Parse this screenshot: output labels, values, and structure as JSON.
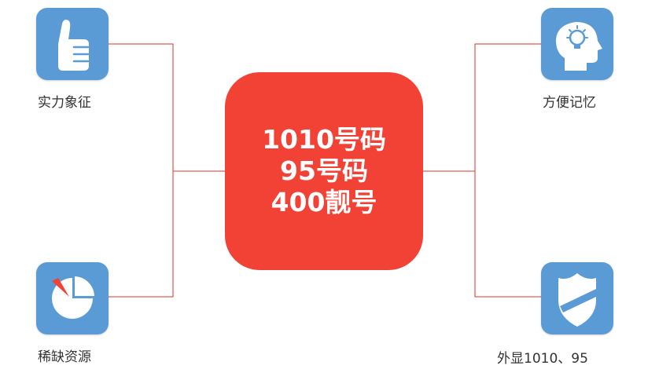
{
  "center": {
    "lines": [
      "1010号码",
      "95号码",
      "400靓号"
    ]
  },
  "features": [
    {
      "label": "实力象征",
      "icon": "thumbs-up-icon"
    },
    {
      "label": "稀缺资源",
      "icon": "pie-chart-icon"
    },
    {
      "label": "方便记忆",
      "icon": "head-lightbulb-icon"
    },
    {
      "label": "外显1010、95",
      "icon": "shield-badge-icon"
    }
  ],
  "colors": {
    "center": "#f24236",
    "tile": "#5b9bd5",
    "connector": "#d9352b",
    "label": "#333333"
  }
}
